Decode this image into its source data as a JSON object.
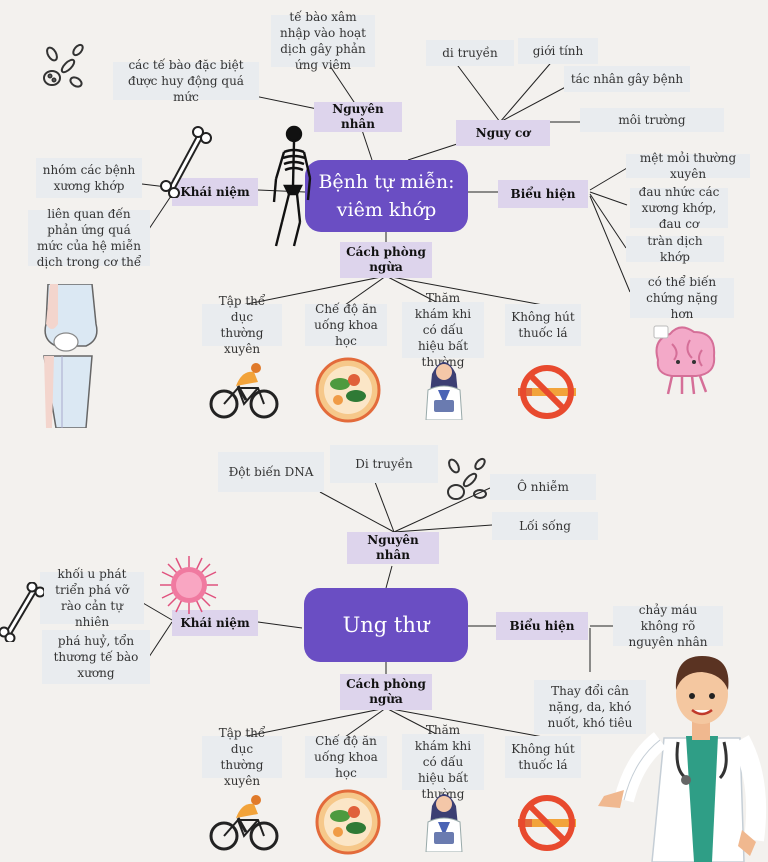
{
  "diagram1": {
    "title": "Bệnh tự miễn: viêm khớp",
    "nguyen_nhan": {
      "label": "Nguyên nhân",
      "items": [
        "tế bào xâm nhập vào hoạt dịch gây phản ứng viêm",
        "các tế bào đặc biệt được huy động quá mức"
      ]
    },
    "nguy_co": {
      "label": "Nguy cơ",
      "items": [
        "di truyền",
        "giới tính",
        "tác nhân gây bệnh",
        "môi trường"
      ]
    },
    "khai_niem": {
      "label": "Khái niệm",
      "items": [
        "nhóm các bệnh xương khớp",
        "liên quan đến phản ứng quá mức của hệ miễn dịch trong cơ thể"
      ]
    },
    "bieu_hien": {
      "label": "Biểu hiện",
      "items": [
        "mệt mỏi thường xuyên",
        "đau nhức các xương khớp, đau cơ",
        "tràn dịch khớp",
        "có thể biến chứng nặng hơn"
      ]
    },
    "cach_phong_ngua": {
      "label": "Cách phòng ngừa",
      "items": [
        "Tập thể dục thường xuyên",
        "Chế độ ăn uống khoa học",
        "Thăm khám khi có dấu hiệu bất thường",
        "Không hút thuốc lá"
      ]
    }
  },
  "diagram2": {
    "title": "Ung thư",
    "nguyen_nhan": {
      "label": "Nguyên nhân",
      "items": [
        "Đột biến DNA",
        "Di truyền",
        "Ô nhiễm",
        "Lối sống"
      ]
    },
    "khai_niem": {
      "label": "Khái niệm",
      "items": [
        "khối u phát triển phá vỡ rào cản tự nhiên",
        "phá huỷ, tổn thương tế bào xương"
      ]
    },
    "bieu_hien": {
      "label": "Biểu hiện",
      "items": [
        "chảy máu không rõ nguyên nhân",
        "Thay đổi cân nặng, da, khó nuốt, khó tiêu"
      ]
    },
    "cach_phong_ngua": {
      "label": "Cách phòng ngừa",
      "items": [
        "Tập thể dục thường xuyên",
        "Chế độ ăn uống khoa học",
        "Thăm khám khi có dấu hiệu bất thường",
        "Không hút thuốc lá"
      ]
    }
  },
  "colors": {
    "main": "#6a4ec3",
    "label": "#ddd4ec",
    "box": "#e9ecef",
    "background": "#f3f1ee",
    "line": "#222222"
  },
  "illustrations": [
    "bacteria-icon",
    "skeleton-icon",
    "bone-icon",
    "knee-joint-icon",
    "cyclist-icon",
    "food-bowl-icon",
    "doctor-woman-icon",
    "no-smoking-icon",
    "brain-icon",
    "virus-icon",
    "doctor-man-icon"
  ]
}
